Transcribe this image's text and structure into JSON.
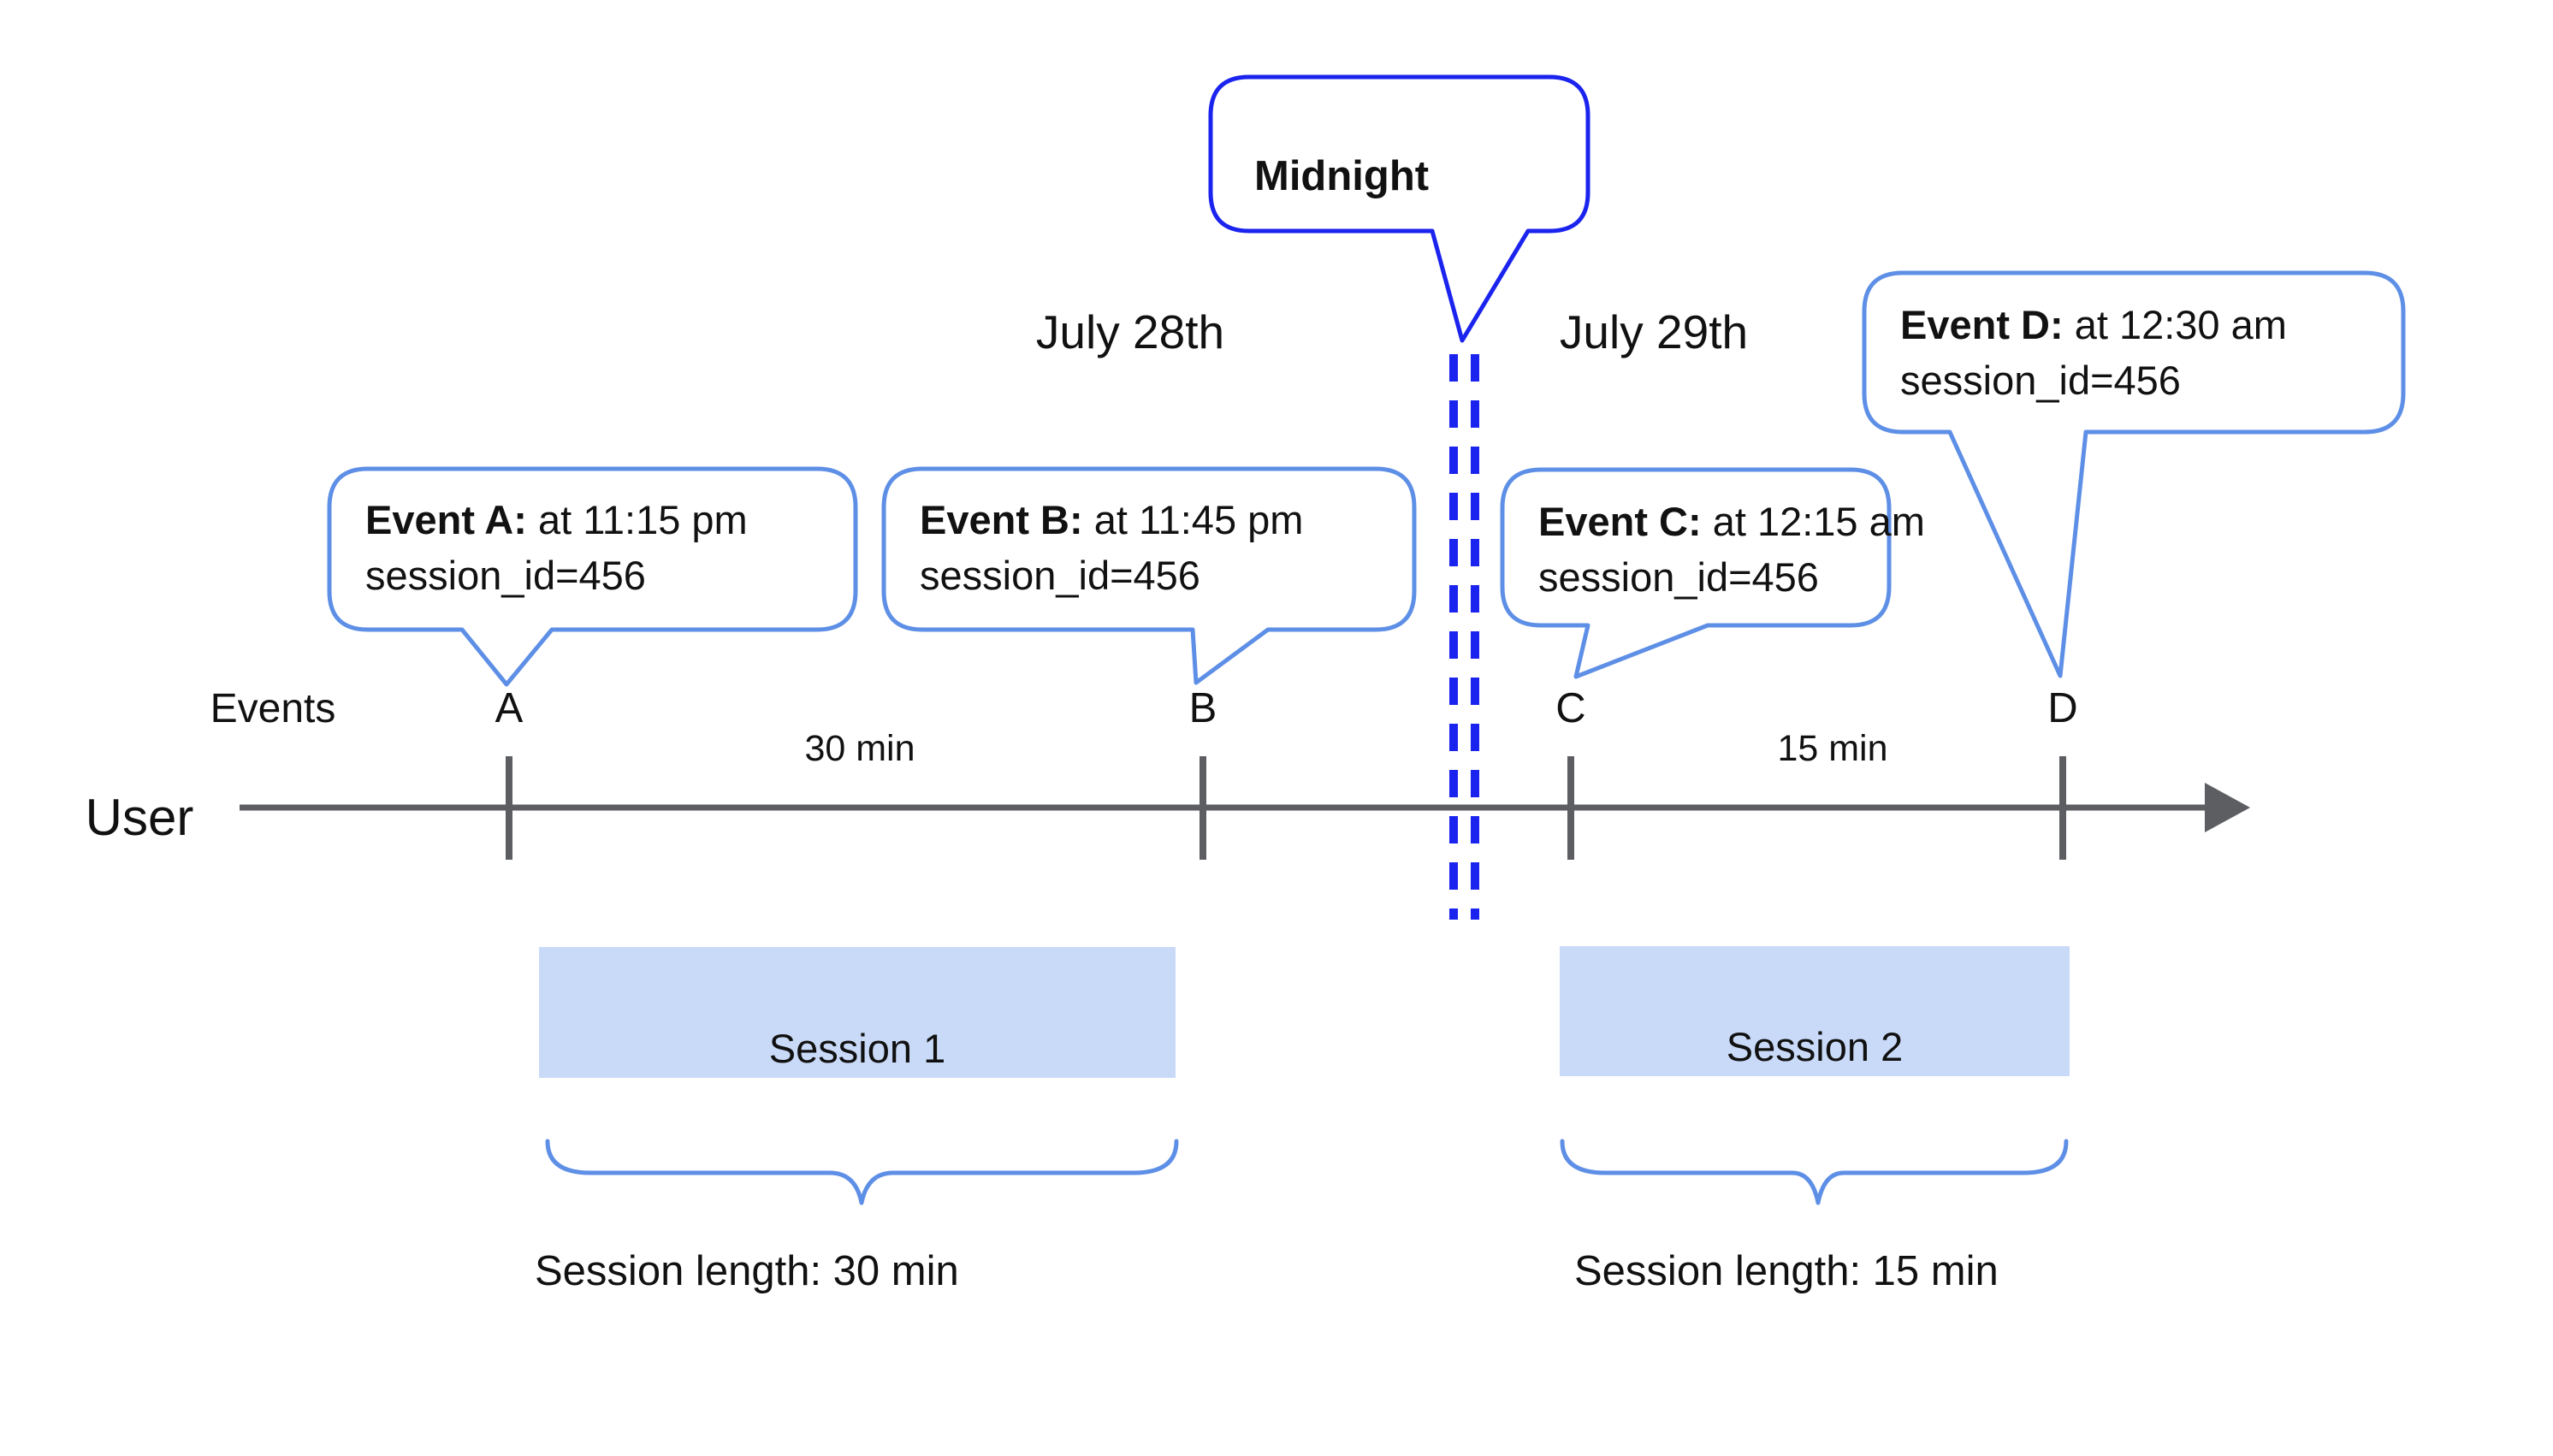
{
  "midnight_bubble": {
    "label": "Midnight"
  },
  "dates": {
    "left": "July 28th",
    "right": "July 29th"
  },
  "events": [
    {
      "letter": "A",
      "bold": "Event A:",
      "time": " at 11:15 pm",
      "session": "session_id=456"
    },
    {
      "letter": "B",
      "bold": "Event B:",
      "time": " at 11:45 pm",
      "session": "session_id=456"
    },
    {
      "letter": "C",
      "bold": "Event C:",
      "time": " at 12:15 am",
      "session": "session_id=456"
    },
    {
      "letter": "D",
      "bold": "Event D:",
      "time": " at 12:30 am",
      "session": "session_id=456"
    }
  ],
  "axis": {
    "events_label": "Events",
    "user_label": "User",
    "interval_left": "30 min",
    "interval_right": "15 min"
  },
  "sessions": [
    {
      "label": "Session 1",
      "length_label": "Session length: 30 min"
    },
    {
      "label": "Session 2",
      "length_label": "Session length: 15 min"
    }
  ],
  "colors": {
    "accent_blue": "#5e8fe6",
    "deep_blue": "#1b23ee",
    "session_fill": "#c9daf8",
    "line_gray": "#5c5e62",
    "ink": "#111111"
  }
}
